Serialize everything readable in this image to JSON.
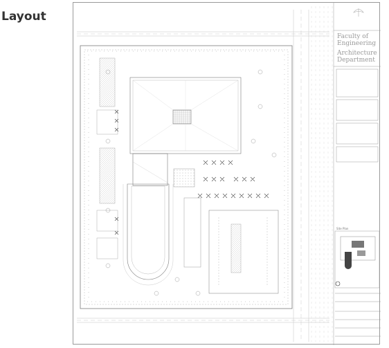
{
  "page": {
    "heading": "Layout"
  },
  "title_block": {
    "faculty": "Faculty of Engineering",
    "department": "Architecture Department",
    "logo_name": "university-logo"
  },
  "site_plan": {
    "label": "Site Plan"
  },
  "colors": {
    "line": "#7a7a7a",
    "light_line": "#c4c4c4",
    "sheet_border": "#9a9a9a",
    "heading": "#333333"
  }
}
